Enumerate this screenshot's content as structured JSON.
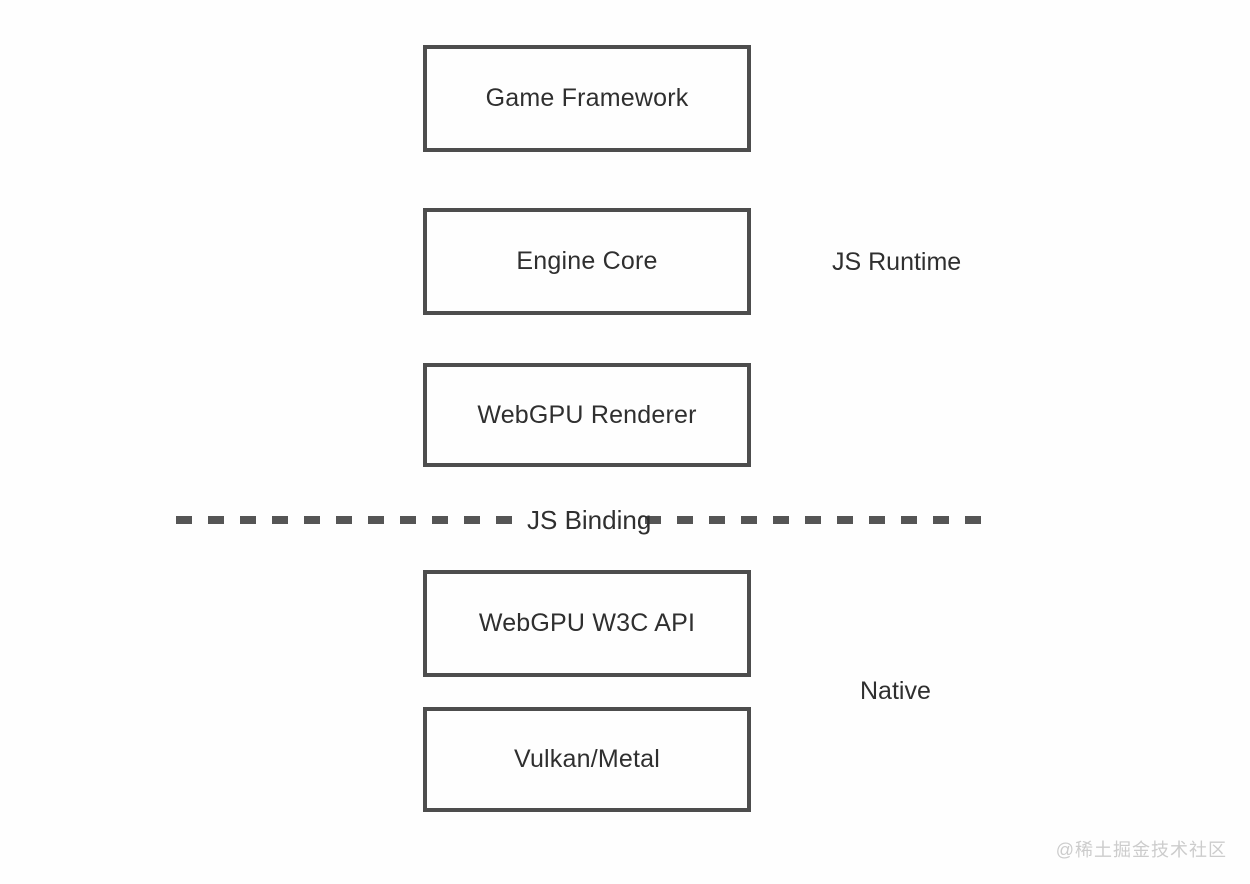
{
  "colors": {
    "page_bg": "#fefefe",
    "box_border": "#4d4d4d",
    "box_text": "#2f2f2f",
    "label_text": "#2f2f2f",
    "dash": "#555555",
    "watermark": "#cccccc"
  },
  "diagram": {
    "boxes": [
      {
        "label": "Game Framework"
      },
      {
        "label": "Engine Core"
      },
      {
        "label": "WebGPU Renderer"
      },
      {
        "label": "WebGPU W3C API"
      },
      {
        "label": "Vulkan/Metal"
      }
    ],
    "divider_label": "JS Binding",
    "runtime_label": "JS Runtime",
    "native_label": "Native"
  },
  "watermark": "@稀土掘金技术社区"
}
